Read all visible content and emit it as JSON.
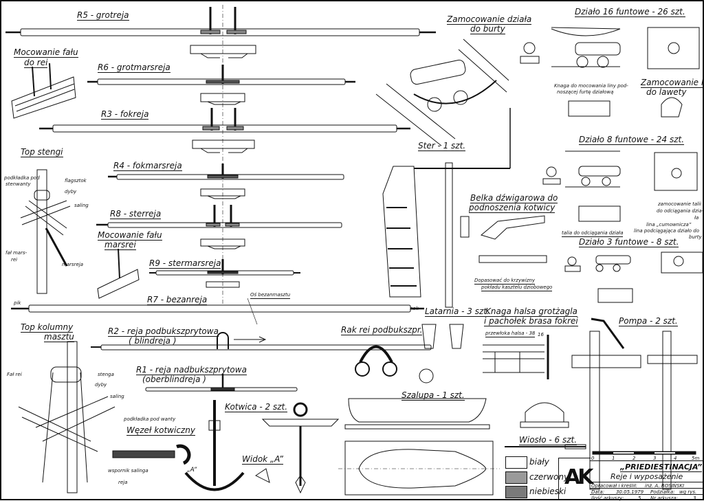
{
  "yards": [
    {
      "id": "R5",
      "title": "R5 - grotreja"
    },
    {
      "id": "R6",
      "title": "R6 - grotmarsreja"
    },
    {
      "id": "R3",
      "title": "R3 - fokreja"
    },
    {
      "id": "R4",
      "title": "R4 - fokmarsreja"
    },
    {
      "id": "R8",
      "title": "R8 - sterreja"
    },
    {
      "id": "R9",
      "title": "R9 - stermarsreja"
    },
    {
      "id": "R7",
      "title": "R7 - bezanreja"
    },
    {
      "id": "R2",
      "title": "R2 - reja podbukszprytowa",
      "subtitle": "( blindreja )"
    },
    {
      "id": "R1",
      "title": "R1 - reja nadbukszprytowa",
      "subtitle": "(oberblindreja )"
    }
  ],
  "labels": {
    "mocowanie_falu_rei": [
      "Mocowanie fału",
      "do rei"
    ],
    "top_stengi": "Top stengi",
    "top_stengi_parts": {
      "podkladka": "podkładka pod",
      "stenwanty": "stenwanty",
      "flagsztok": "flagsztok",
      "dyby": "dyby",
      "saling": "saling",
      "fal_marsrei": "fał mars-",
      "fal_marsrei2": "rei",
      "marsreja": "marsreja"
    },
    "mocowanie_falu_marsrei": [
      "Mocowanie fału",
      "marsrei"
    ],
    "os_bezanmasztu": "Oś bezanmasztu",
    "pik": "pik",
    "nok": "nok",
    "top_kolumny": [
      "Top kolumny",
      "masztu"
    ],
    "top_kolumny_parts": {
      "fal_rei": "Fał rei",
      "stenga": "stenga",
      "dyby": "dyby",
      "saling": "saling",
      "podkladka_wanty": "podkładka pod wanty",
      "wspornik": "wspornik salinga",
      "reja": "reja"
    },
    "wezel_kotwiczny": "Węzeł kotwiczny",
    "kotwica": "Kotwica - 2 szt.",
    "widok_a": "Widok „A”",
    "a_marker": "„A”",
    "zamocowanie_dziala": [
      "Zamocowanie działa",
      "do burty"
    ],
    "ster": "Ster - 1 szt.",
    "belka": [
      "Belka dźwigarowa do",
      "podnoszenia kotwicy"
    ],
    "dopasowac": [
      "Dopasować do krzywizny",
      "pokładu kasztelu dziobowego"
    ],
    "rak_rei": "Rak rei podbukszpr.",
    "latarnia": "Latarnia - 3 szt.",
    "knaga": [
      "Knaga halsa grotżagla",
      "i pachołek brasa fokrei"
    ],
    "przewloka": "przewłoka halsa - 38",
    "knaga_num": "16",
    "szalupa": "Szalupa - 1 szt.",
    "pompa": "Pompa - 2 szt.",
    "wioslo": "Wiosło - 6 szt.",
    "dzialo16": "Działo 16 funtowe - 26 szt.",
    "knaga_dzialo": [
      "Knaga do mocowania liny pod-",
      "noszącej furtę działową"
    ],
    "zamocowanie_lufy": [
      "Zamocowanie lufy",
      "do lawety"
    ],
    "dzialo8": "Działo 8 funtowe - 24 szt.",
    "zamocowanie_talii": [
      "zamocowanie talii",
      "do odciągania dzia-",
      "ła"
    ],
    "lina_cumownicza": "lina „cumownicza”",
    "lina_podciagajaca": [
      "lina podciągająca działo do",
      "burty"
    ],
    "talia": "talia do odciągania działa",
    "dzialo3": "Działo 3 funtowe - 8 szt."
  },
  "scale_bar": {
    "ticks": [
      "0",
      "1",
      "2",
      "3",
      "4",
      "5m"
    ]
  },
  "legend": [
    {
      "label": "biały",
      "color": "#ffffff"
    },
    {
      "label": "czerwony",
      "color": "#9a9a9a"
    },
    {
      "label": "niebieski",
      "color": "#7a7a7a"
    }
  ],
  "title_block": {
    "ship": "„PRIEDIESTINACJA”",
    "sheet_title": "Reje i wyposażenie",
    "author_label": "Opracował i kreślił:",
    "author": "inż. A. ROSIŃSKI",
    "date_label": "Data:",
    "date": "30.05.1979",
    "scale_label": "Podziałka:",
    "scale": "wg rys.",
    "sheets_label": "Ilość arkuszy:",
    "sheets": "5",
    "sheet_no_label": "Nr arkusza:",
    "sheet_no": "3",
    "logo": "AK"
  }
}
